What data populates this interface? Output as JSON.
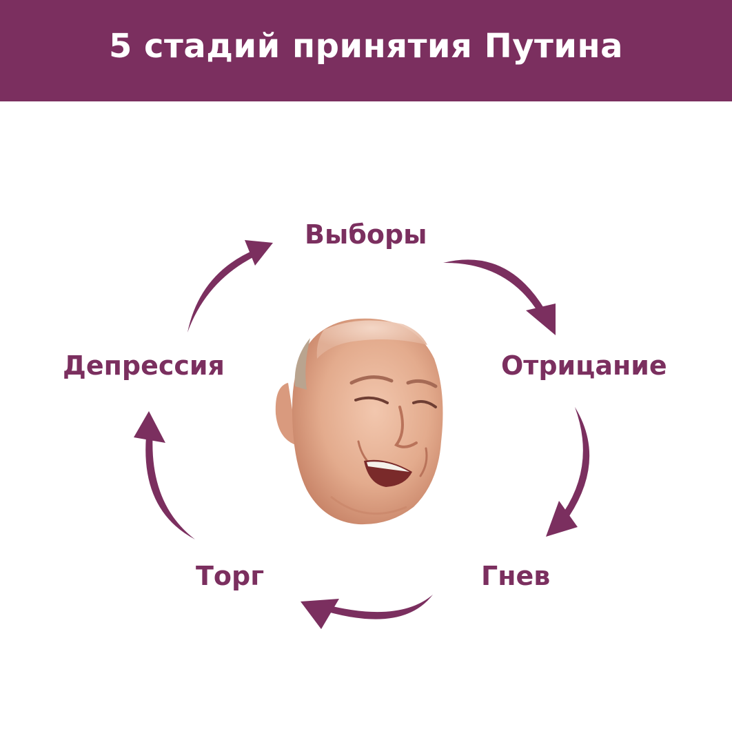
{
  "header": {
    "title": "5 стадий принятия Путина"
  },
  "colors": {
    "accent": "#7b2f5f",
    "background": "#ffffff",
    "skin": "#e7b49a"
  },
  "stages": [
    "Выборы",
    "Отрицание",
    "Гнев",
    "Торг",
    "Депрессия"
  ],
  "center": {
    "image": "face-photo"
  }
}
